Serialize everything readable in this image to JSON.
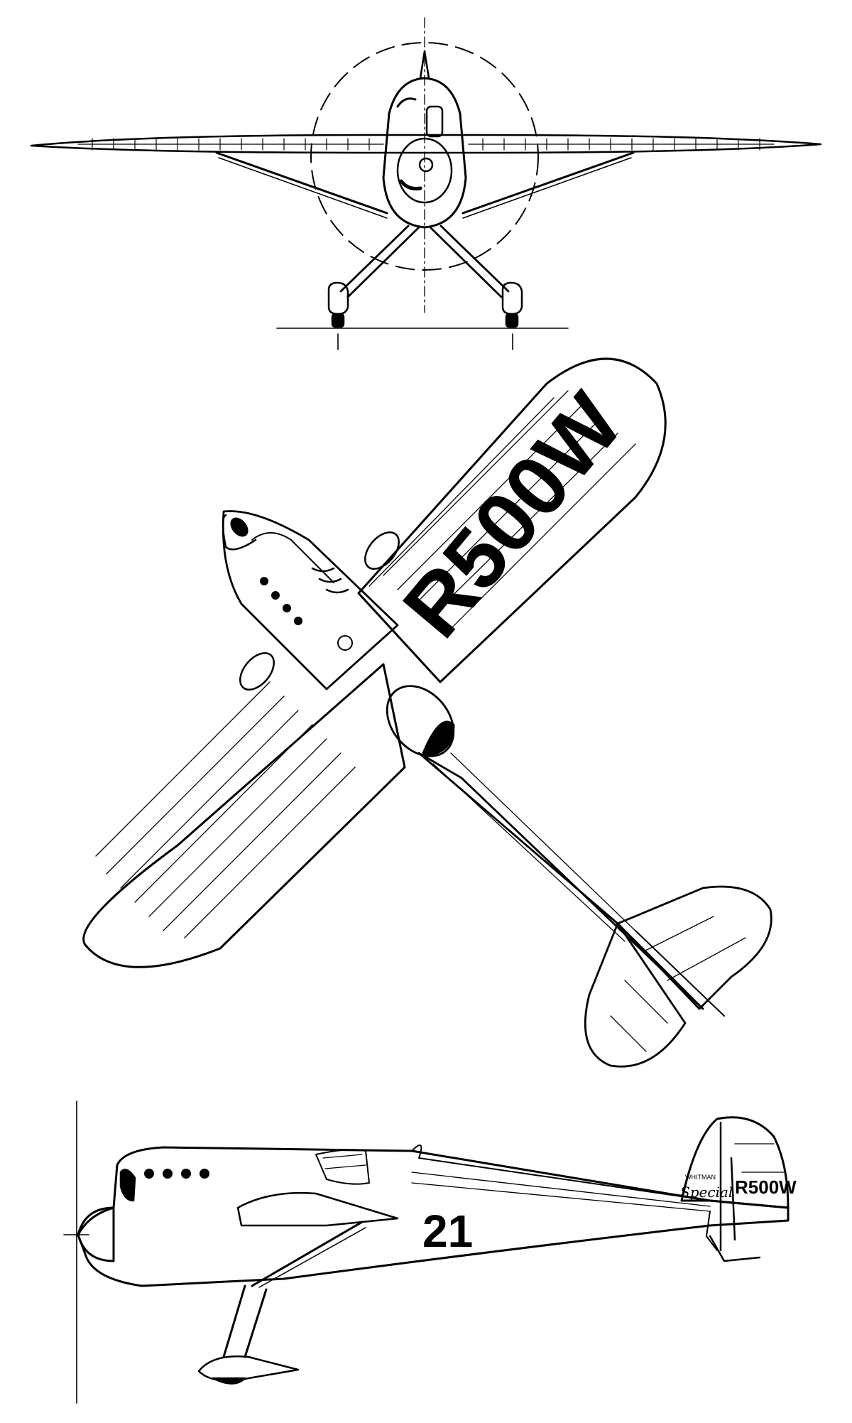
{
  "drawing": {
    "top_view_registration": "R500W",
    "tail_registration": "R500W",
    "race_number": "21",
    "tail_script": "Special",
    "tail_small_text": "WHITMAN"
  },
  "colors": {
    "ink": "#000000",
    "paper": "#ffffff"
  }
}
